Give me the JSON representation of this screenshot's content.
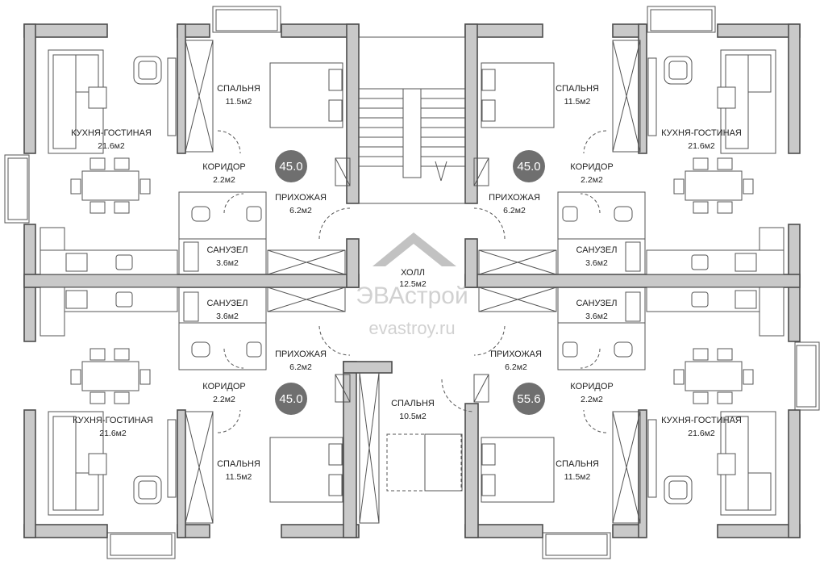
{
  "rooms": {
    "kitchen_tl": {
      "label": "КУХНЯ-ГОСТИНАЯ",
      "area": "21.6м2"
    },
    "bed_tl": {
      "label": "СПАЛЬНЯ",
      "area": "11.5м2"
    },
    "corr_tl": {
      "label": "КОРИДОР",
      "area": "2.2м2"
    },
    "hall_tl": {
      "label": "ПРИХОЖАЯ",
      "area": "6.2м2"
    },
    "bath_tl": {
      "label": "САНУЗЕЛ",
      "area": "3.6м2"
    },
    "kitchen_tr": {
      "label": "КУХНЯ-ГОСТИНАЯ",
      "area": "21.6м2"
    },
    "bed_tr": {
      "label": "СПАЛЬНЯ",
      "area": "11.5м2"
    },
    "corr_tr": {
      "label": "КОРИДОР",
      "area": "2.2м2"
    },
    "hall_tr": {
      "label": "ПРИХОЖАЯ",
      "area": "6.2м2"
    },
    "bath_tr": {
      "label": "САНУЗЕЛ",
      "area": "3.6м2"
    },
    "kitchen_bl": {
      "label": "КУХНЯ-ГОСТИНАЯ",
      "area": "21.6м2"
    },
    "bed_bl": {
      "label": "СПАЛЬНЯ",
      "area": "11.5м2"
    },
    "corr_bl": {
      "label": "КОРИДОР",
      "area": "2.2м2"
    },
    "hall_bl": {
      "label": "ПРИХОЖАЯ",
      "area": "6.2м2"
    },
    "bath_bl": {
      "label": "САНУЗЕЛ",
      "area": "3.6м2"
    },
    "kitchen_br": {
      "label": "КУХНЯ-ГОСТИНАЯ",
      "area": "21.6м2"
    },
    "bed_br": {
      "label": "СПАЛЬНЯ",
      "area": "11.5м2"
    },
    "corr_br": {
      "label": "КОРИДОР",
      "area": "2.2м2"
    },
    "hall_br": {
      "label": "ПРИХОЖАЯ",
      "area": "6.2м2"
    },
    "bath_br": {
      "label": "САНУЗЕЛ",
      "area": "3.6м2"
    },
    "bed_center": {
      "label": "СПАЛЬНЯ",
      "area": "10.5м2"
    },
    "hall_common": {
      "label": "ХОЛЛ",
      "area": "12.5м2"
    }
  },
  "apartments": {
    "tl": "45.0",
    "tr": "45.0",
    "bl": "45.0",
    "br": "55.6"
  },
  "watermark": {
    "brand": "ЭВАстрой",
    "site": "evastroy.ru"
  },
  "colors": {
    "wall_fill": "#c9c9c9",
    "badge": "#6f6f6f"
  }
}
